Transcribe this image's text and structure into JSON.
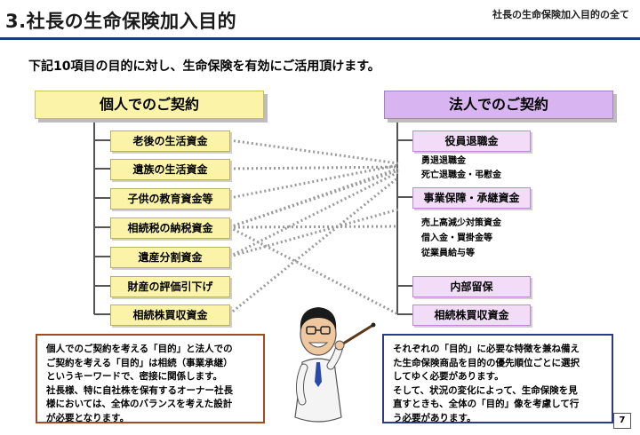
{
  "header": {
    "title": "3.社長の生命保険加入目的",
    "caption": "社長の生命保険加入目的の全て"
  },
  "intro": "下記10項目の目的に対し、生命保険を有効にご活用頂けます。",
  "personal": {
    "heading": "個人でのご契約",
    "items": [
      "老後の生活資金",
      "遺族の生活資金",
      "子供の教育資金等",
      "相続税の納税資金",
      "遺産分割資金",
      "財産の評価引下げ",
      "相続株買収資金"
    ]
  },
  "corporate": {
    "heading": "法人でのご契約",
    "items": [
      {
        "label": "役員退職金",
        "subs": [
          "勇退退職金",
          "死亡退職金・弔慰金"
        ]
      },
      {
        "label": "事業保障・承継資金",
        "subs": [
          "売上高減少対策資金",
          "借入金・買掛金等",
          "従業員給与等"
        ]
      },
      {
        "label": "内部留保",
        "subs": []
      },
      {
        "label": "相続株買収資金",
        "subs": []
      }
    ]
  },
  "notes": {
    "left": [
      "個人でのご契約を考える「目的」と法人での",
      "ご契約を考える「目的」は相続（事業承継）",
      "というキーワードで、密接に関係します。",
      "社長様、特に自社株を保有するオーナー社長",
      "様においては、全体のバランスを考えた設計",
      "が必要となります。"
    ],
    "right": [
      "それぞれの「目的」に必要な特徴を兼ね備え",
      "た生命保険商品を目的の優先順位ごとに選択",
      "してゆく必要があります。",
      "そして、状況の変化によって、生命保険を見",
      "直すときも、全体の「目的」像を考慮して行",
      "う必要があります。"
    ]
  },
  "page_number": "7",
  "colors": {
    "accent_rule": "#1f3b7a",
    "personal_fill": "#fbf4a8",
    "corporate_fill": "#d8b4f0",
    "corporate_item_fill": "#f2dcf8",
    "left_note_border": "#a34a1e",
    "right_note_border": "#2a3a8c",
    "connector": "#9a9a9a"
  },
  "illustration": "presenter-with-pointer-illustration"
}
